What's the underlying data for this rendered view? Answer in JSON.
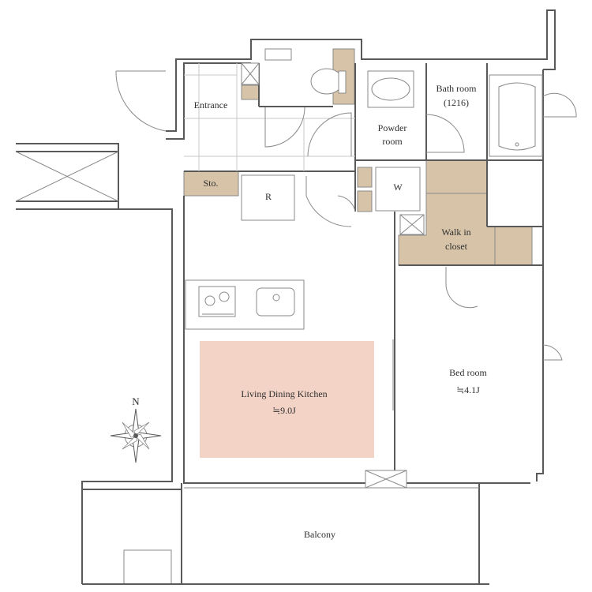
{
  "colors": {
    "wall": "#595959",
    "storage_fill": "#d6c3a8",
    "ldk_fill": "#f3d3c6",
    "label_text": "#2f2f2f"
  },
  "rooms": {
    "entrance": "Entrance",
    "storage": "Sto.",
    "refrigerator": "R",
    "powder_line1": "Powder",
    "powder_line2": "room",
    "washer": "W",
    "bath_line1": "Bath room",
    "bath_line2": "(1216)",
    "walkin_line1": "Walk in",
    "walkin_line2": "closet",
    "ldk_name": "Living Dining Kitchen",
    "ldk_size": "≒9.0J",
    "bed_name": "Bed room",
    "bed_size": "≒4.1J",
    "balcony": "Balcony"
  },
  "compass": {
    "north_label": "N",
    "icon": "compass-rose-icon"
  }
}
